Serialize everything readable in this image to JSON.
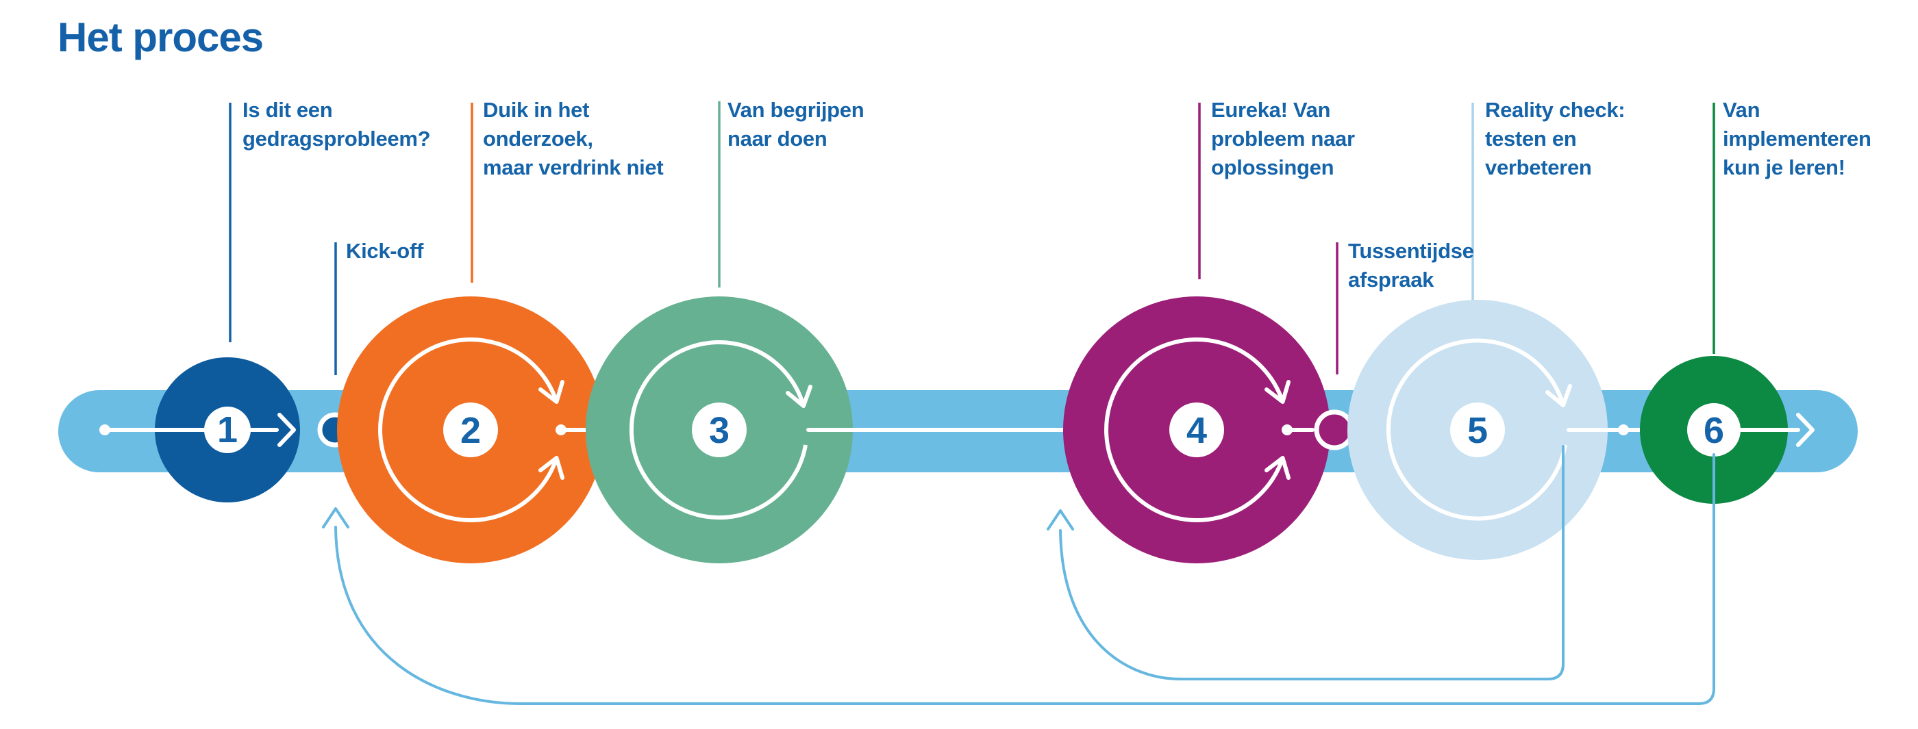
{
  "title": "Het proces",
  "colors": {
    "title_blue": "#1561a9",
    "label_text_blue": "#1563a9",
    "band_blue": "#6cbde3",
    "feedback_arrow_blue": "#66b7e0",
    "white": "#ffffff"
  },
  "steps": [
    {
      "number": "1",
      "color": "#0d5a9d",
      "line_color": "#1563a9",
      "label_lines": [
        "Is dit een",
        "gedragsprobleem?"
      ]
    },
    {
      "number": "2",
      "color": "#f16f22",
      "line_color": "#f16f22",
      "label_lines": [
        "Duik in het",
        "onderzoek,",
        "maar verdrink niet"
      ]
    },
    {
      "number": "3",
      "color": "#66b192",
      "line_color": "#66b192",
      "label_lines": [
        "Van begrijpen",
        "naar doen"
      ]
    },
    {
      "number": "4",
      "color": "#9b1e77",
      "line_color": "#9b1e77",
      "label_lines": [
        "Eureka! Van",
        "probleem naar",
        "oplossingen"
      ]
    },
    {
      "number": "5",
      "color": "#c9e1f1",
      "line_color": "#a8d3ed",
      "label_lines": [
        "Reality check:",
        "testen en",
        "verbeteren"
      ]
    },
    {
      "number": "6",
      "color": "#0c8943",
      "line_color": "#0c8943",
      "label_lines": [
        "Van",
        "implementeren",
        "kun je leren!"
      ]
    }
  ],
  "milestones": [
    {
      "label": "Kick-off",
      "color": "#0d5a9d",
      "line_color": "#1563a9"
    },
    {
      "label_lines": [
        "Tussentijdse",
        "afspraak"
      ],
      "color": "#9b1e77",
      "line_color": "#9b1e77"
    }
  ]
}
